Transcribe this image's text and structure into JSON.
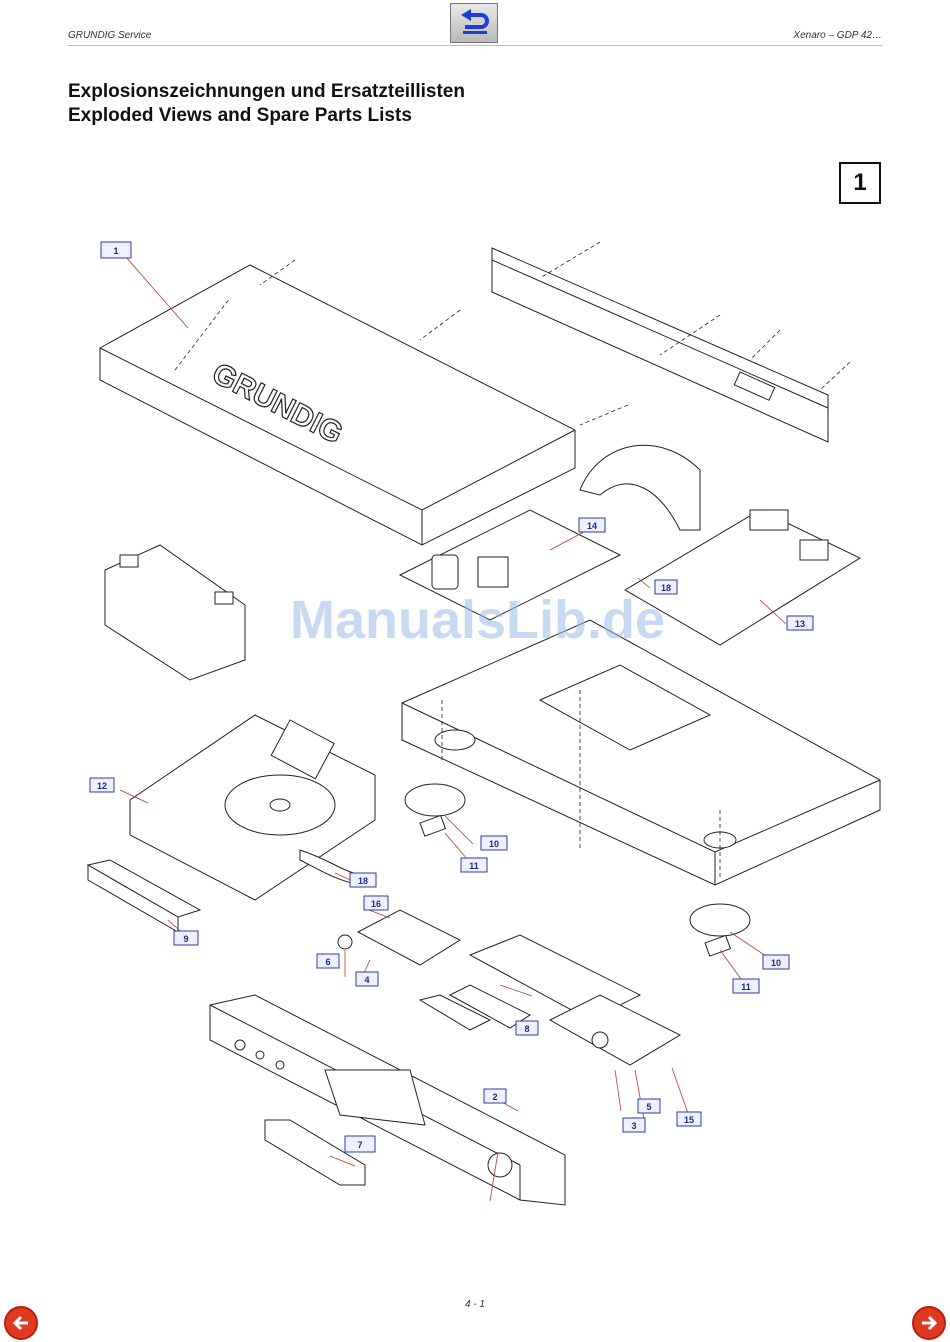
{
  "header": {
    "left": "GRUNDIG Service",
    "right": "Xenaro – GDP 42…"
  },
  "title_de": "Explosionszeichnungen und Ersatzteillisten",
  "title_en": "Exploded Views and Spare Parts Lists",
  "page_box": "1",
  "brand_text": "GRUNDIG",
  "watermark": "ManualsLib.de",
  "footer": {
    "page": "4 - 1"
  },
  "icons": {
    "back": "return-arrow-icon",
    "prev": "arrow-left-icon",
    "next": "arrow-right-icon"
  },
  "colors": {
    "callout_border": "#2b3d99",
    "leader_line": "#c0392b",
    "nav": "#e03a22"
  },
  "callouts": {
    "c1": "1",
    "c2": "2",
    "c3": "3",
    "c4": "4",
    "c5": "5",
    "c6": "6",
    "c7": "7",
    "c8": "8",
    "c9": "9",
    "c10a": "10",
    "c10b": "10",
    "c11a": "11",
    "c11b": "11",
    "c12": "12",
    "c13": "13",
    "c14": "14",
    "c15": "15",
    "c16": "16",
    "c18a": "18",
    "c18b": "18"
  }
}
